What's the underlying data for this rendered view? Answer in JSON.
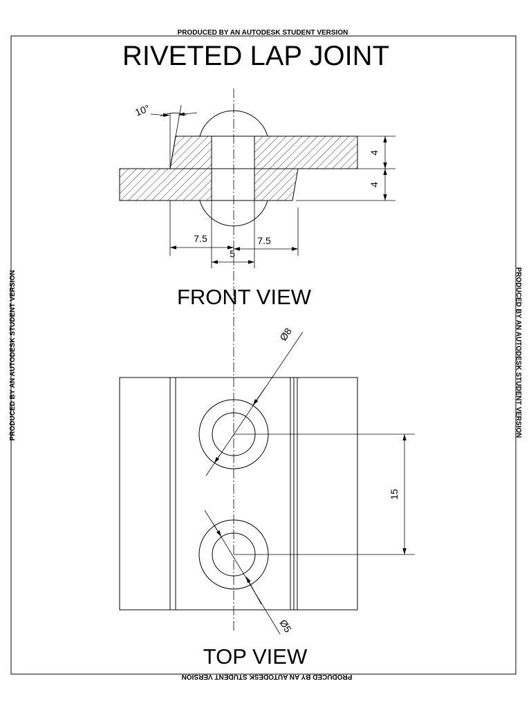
{
  "title": "RIVETED LAP JOINT",
  "watermark": "PRODUCED BY AN AUTODESK STUDENT VERSION",
  "views": {
    "front": "FRONT VIEW",
    "top": "TOP VIEW"
  },
  "dimensions": {
    "angle": "10°",
    "plate_thickness_top": "4",
    "plate_thickness_bottom": "4",
    "left_offset": "7.5",
    "right_offset": "7.5",
    "hole_width": "5",
    "head_diameter": "Ø8",
    "rivet_diameter": "Ø5",
    "pitch": "15"
  }
}
